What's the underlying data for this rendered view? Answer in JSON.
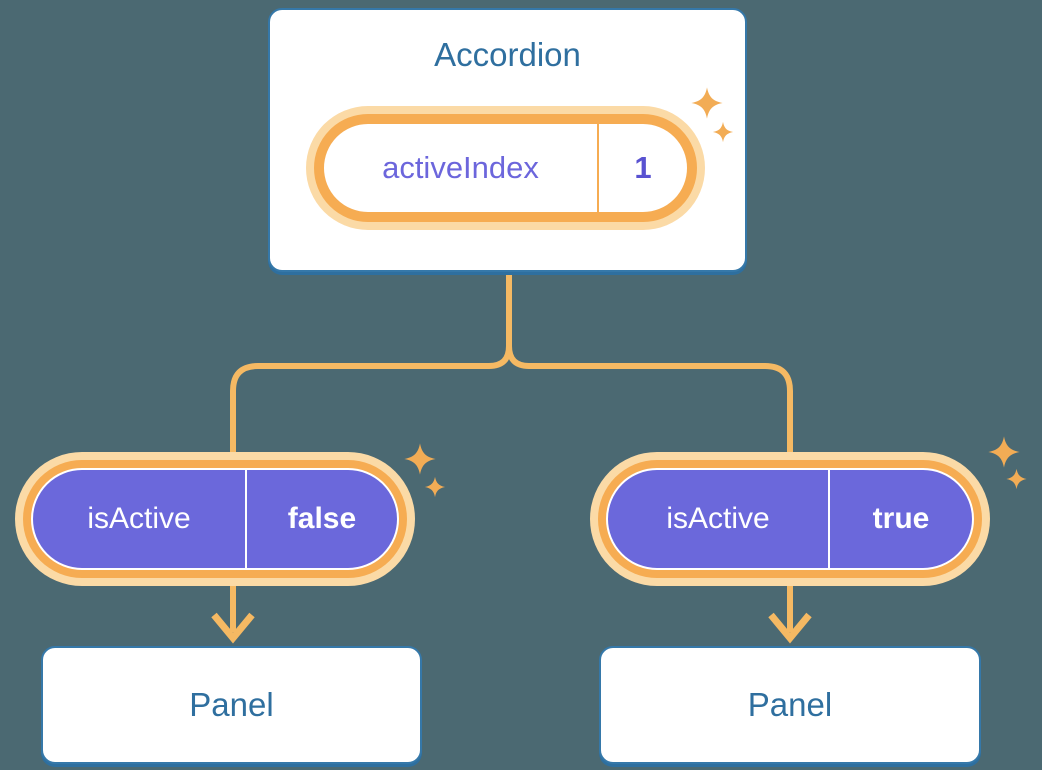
{
  "colors": {
    "background": "#4B6972",
    "card_fill": "#FFFFFF",
    "card_border_blue": "#3578A9",
    "heading_blue": "#2F6F9F",
    "connector_orange": "#F5B963",
    "pill_ring_orange": "#F6AC52",
    "pill_glow_orange": "#FBDAA6",
    "pill_purple": "#6B68DB",
    "state_label_purple": "#6C66DC",
    "state_value_purple": "#5952D1",
    "sparkle_orange": "#F2AC55"
  },
  "icons": {
    "sparkle": "sparkle-icon"
  },
  "accordion": {
    "title": "Accordion",
    "state_pill": {
      "label": "activeIndex",
      "value": "1"
    }
  },
  "children": [
    {
      "prop_pill": {
        "label": "isActive",
        "value": "false"
      },
      "panel": {
        "title": "Panel"
      }
    },
    {
      "prop_pill": {
        "label": "isActive",
        "value": "true"
      },
      "panel": {
        "title": "Panel"
      }
    }
  ]
}
